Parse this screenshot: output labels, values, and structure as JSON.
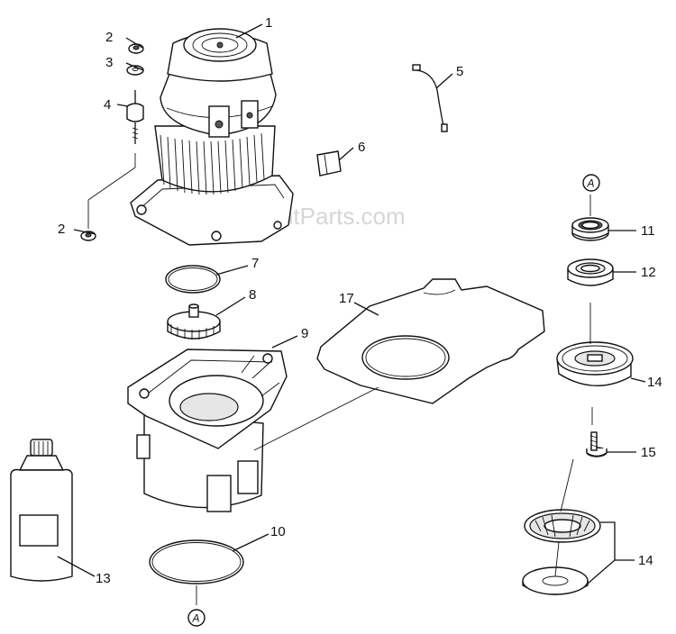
{
  "watermark": "eReplacementParts.com",
  "callouts": {
    "c1": "1",
    "c2a": "2",
    "c3": "3",
    "c4": "4",
    "c2b": "2",
    "c5": "5",
    "c6": "6",
    "c7": "7",
    "c8": "8",
    "c9": "9",
    "c10": "10",
    "c11": "11",
    "c12": "12",
    "c13": "13",
    "c14a": "14",
    "c15": "15",
    "c14b": "14",
    "c17": "17"
  },
  "reference_marks": {
    "top": "A",
    "bottom": "A"
  }
}
